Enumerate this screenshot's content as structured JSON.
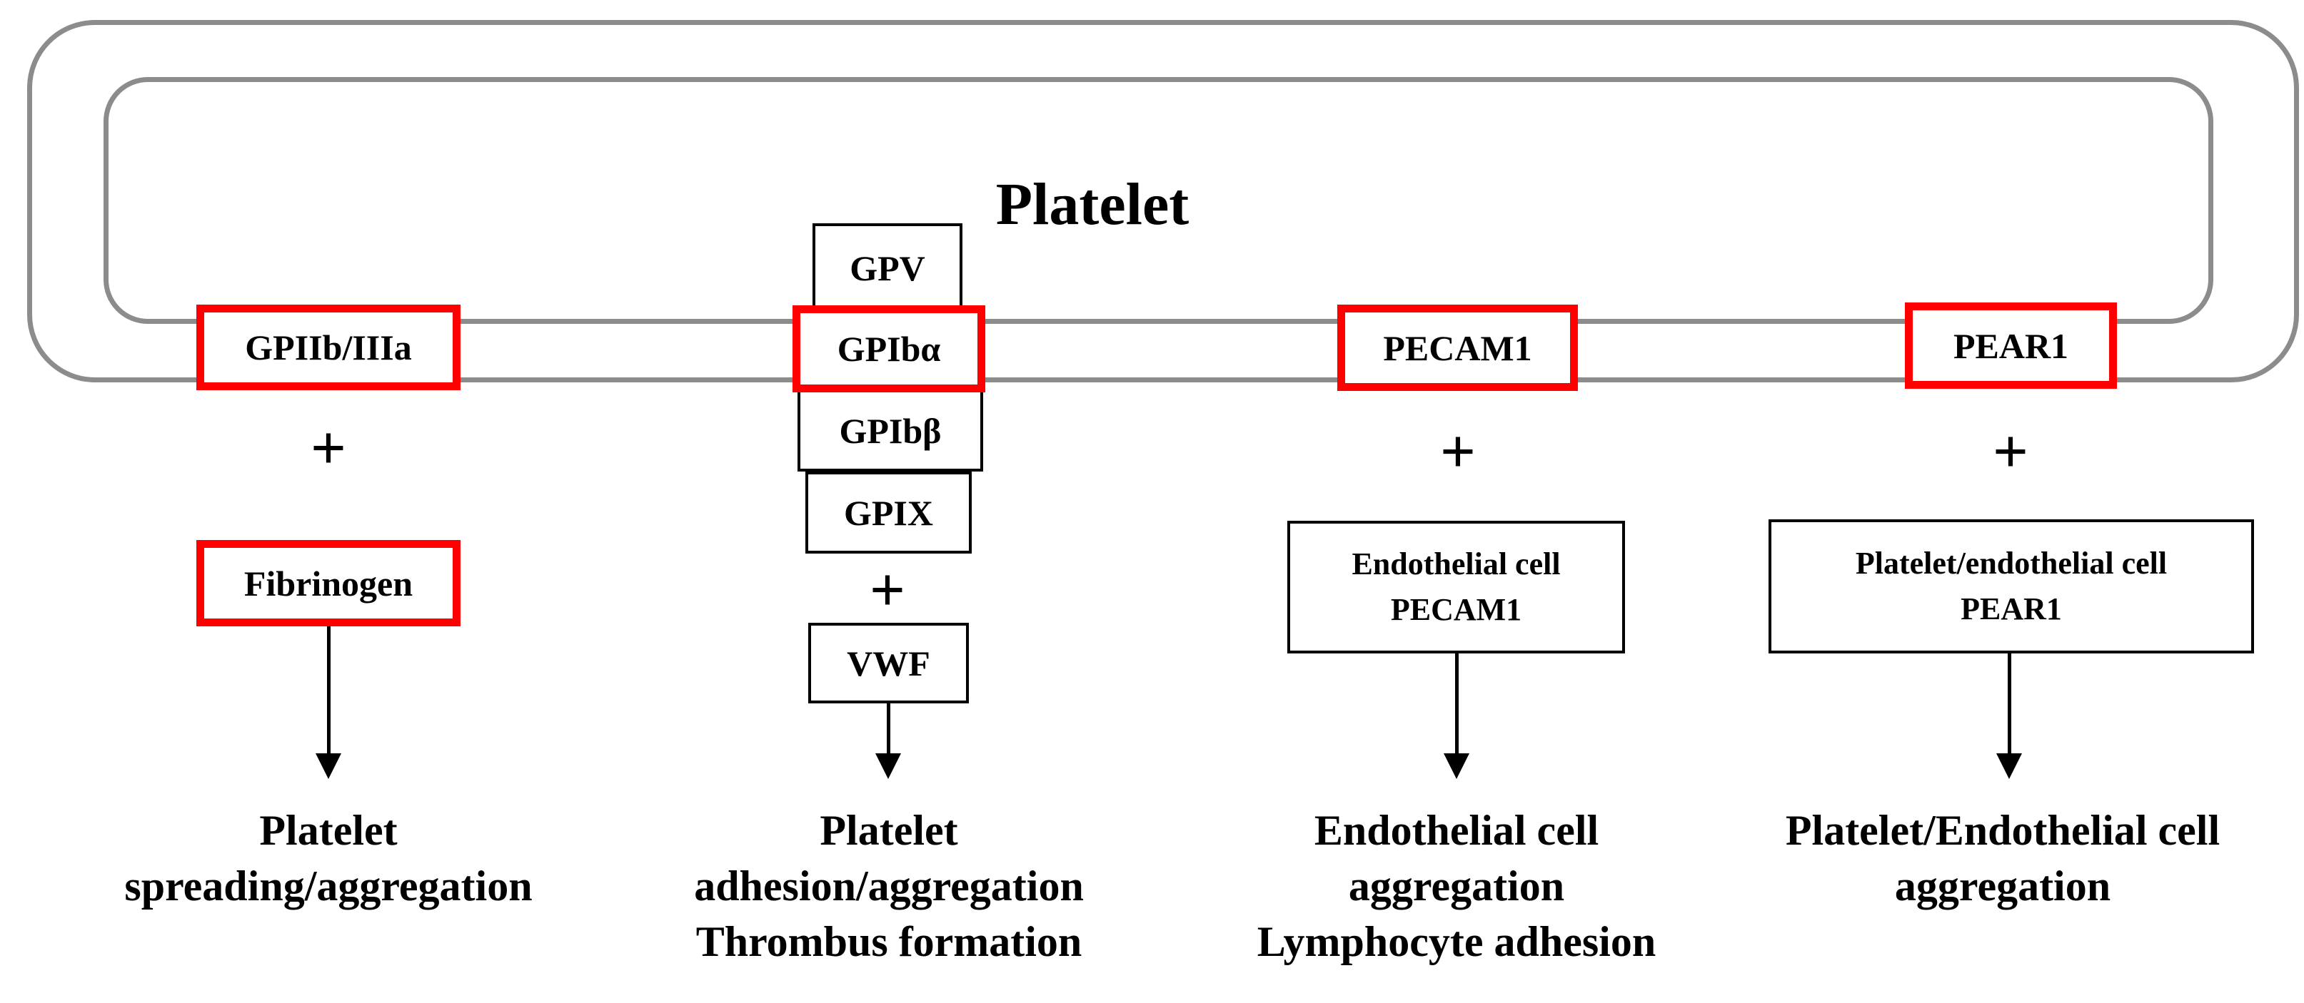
{
  "title": "Platelet",
  "receptors": {
    "gpiib_iiia": "GPIIb/IIIa",
    "gpv": "GPV",
    "gpib_alpha": "GPIbα",
    "gpib_beta": "GPIbβ",
    "gpix": "GPIX",
    "pecam1": "PECAM1",
    "pear1": "PEAR1"
  },
  "plus_sign": "+",
  "ligands": {
    "fibrinogen": "Fibrinogen",
    "vwf": "VWF",
    "endothelial_pecam1": [
      "Endothelial cell",
      "PECAM1"
    ],
    "platelet_endothelial_pear1": [
      "Platelet/endothelial cell",
      "PEAR1"
    ]
  },
  "outcomes": {
    "gpiib_iiia": [
      "Platelet",
      "spreading/aggregation"
    ],
    "gpib": [
      "Platelet",
      "adhesion/aggregation",
      "Thrombus formation"
    ],
    "pecam1": [
      "Endothelial cell",
      "aggregation",
      "Lymphocyte adhesion"
    ],
    "pear1": [
      "Platelet/Endothelial cell",
      "aggregation"
    ]
  },
  "colors": {
    "membrane": "#8c8c8c",
    "highlight_border": "#ff0000",
    "box_border": "#000000",
    "text": "#000000"
  }
}
